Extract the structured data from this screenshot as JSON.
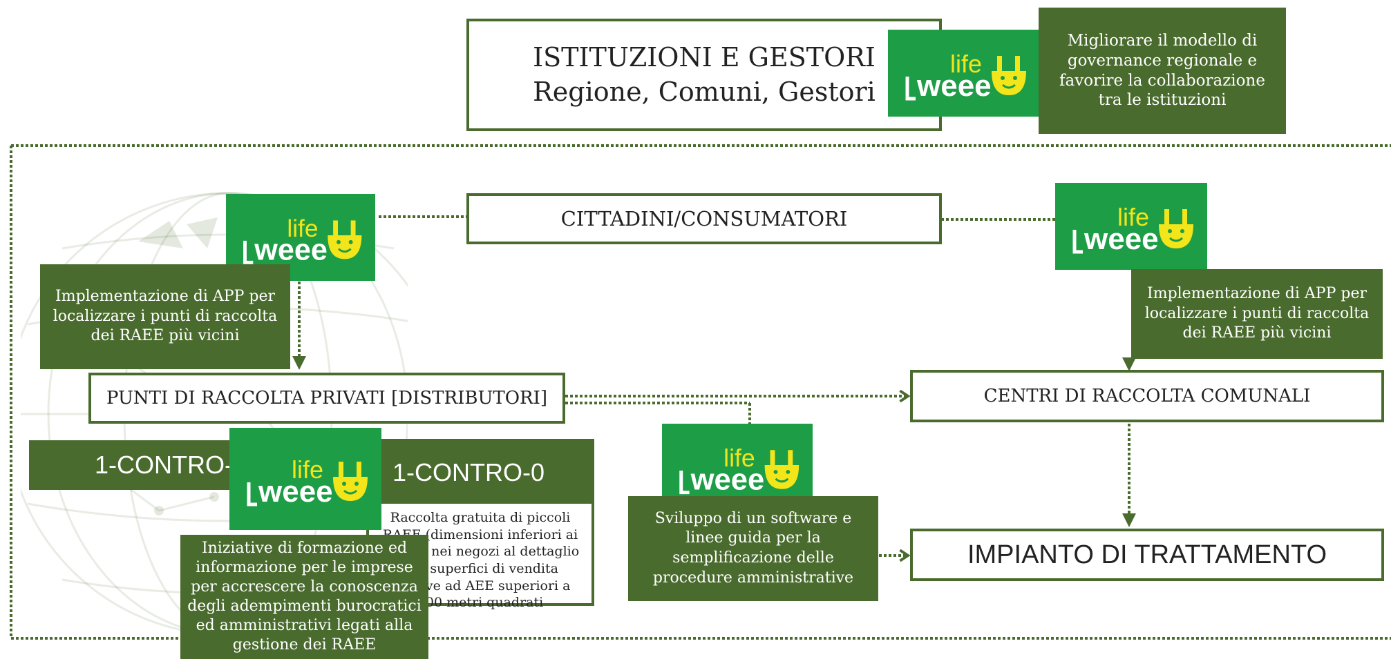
{
  "colors": {
    "dark_green": "#4a6b2e",
    "logo_green": "#1e9d47",
    "logo_yellow": "#f2e51a",
    "white": "#ffffff"
  },
  "logo": {
    "text_top": "life",
    "text_bottom": "weee"
  },
  "institutions": {
    "line1": "ISTITUZIONI E GESTORI",
    "line2": "Regione, Comuni, Gestori"
  },
  "governance_note": "Migliorare il modello di governance regionale e favorire la collaborazione tra le istituzioni",
  "citizens": "CITTADINI/CONSUMATORI",
  "app_note_left": "Implementazione di APP per localizzare i punti di raccolta dei RAEE più vicini",
  "app_note_right": "Implementazione di APP per localizzare i punti di raccolta dei RAEE più vicini",
  "private_points": "PUNTI DI RACCOLTA PRIVATI [DISTRIBUTORI]",
  "municipal_centers": "CENTRI DI RACCOLTA COMUNALI",
  "treatment_plant": "IMPIANTO DI TRATTAMENTO",
  "one_to_one": "1-CONTRO-1",
  "one_to_zero": "1-CONTRO-0",
  "one_to_zero_desc": "Raccolta gratuita di piccoli RAEE (dimensioni inferiori ai 25 cm) nei negozi al dettaglio con superfici di vendita relative ad AEE superiori a 400 metri quadrati",
  "training_note": "Iniziative di formazione ed informazione per le imprese per accrescere la conoscenza degli adempimenti burocratici ed amministrativi legati alla gestione dei RAEE",
  "software_note": "Sviluppo di un software e linee guida per la semplificazione delle procedure amministrative"
}
